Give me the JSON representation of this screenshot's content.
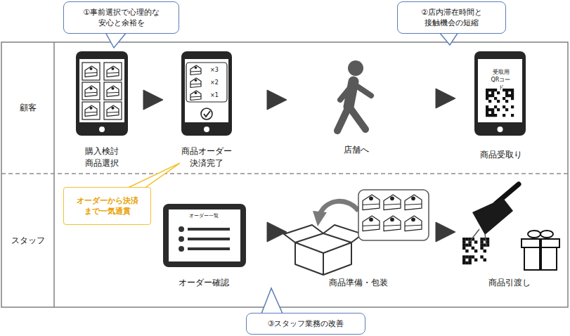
{
  "diagram": {
    "nodes": [
      {
        "text": [
          "顧客"
        ]
      },
      {
        "text": [
          "スタッフ"
        ]
      },
      {
        "text": [
          "購入検討 商品選択"
        ],
        "in": 0
      },
      {
        "text": [
          "商品オーダー 決済完了"
        ],
        "in": 0
      },
      {
        "text": [
          "店舗へ"
        ],
        "in": 0
      },
      {
        "text": [
          "受取用 QRコード",
          "商品受取り"
        ],
        "in": 0
      },
      {
        "text": [
          "オーダー一覧",
          "オーダー確認"
        ],
        "in": 1
      },
      {
        "text": [
          "商品準備・包装"
        ],
        "in": 1
      },
      {
        "text": [
          "商品引渡し"
        ],
        "in": 1
      },
      {
        "text": [
          "①事前選択で心理的な 安心と余裕を"
        ]
      },
      {
        "text": [
          "②店内滞在時間と 接触機会の短縮"
        ]
      },
      {
        "text": [
          "オーダーから決済 まで一気通貫"
        ],
        "in": 1
      },
      {
        "text": [
          "③スタッフ業務の改善"
        ]
      }
    ],
    "edges": [
      {
        "from": 2,
        "to": 3,
        "arrow": "to"
      },
      {
        "from": 3,
        "to": 4,
        "arrow": "to"
      },
      {
        "from": 4,
        "to": 5,
        "arrow": "to"
      },
      {
        "from": 6,
        "to": 7,
        "arrow": "to"
      },
      {
        "from": 7,
        "to": 8,
        "arrow": "to"
      }
    ],
    "labels": [
      "×3",
      "×2",
      "×1"
    ]
  }
}
